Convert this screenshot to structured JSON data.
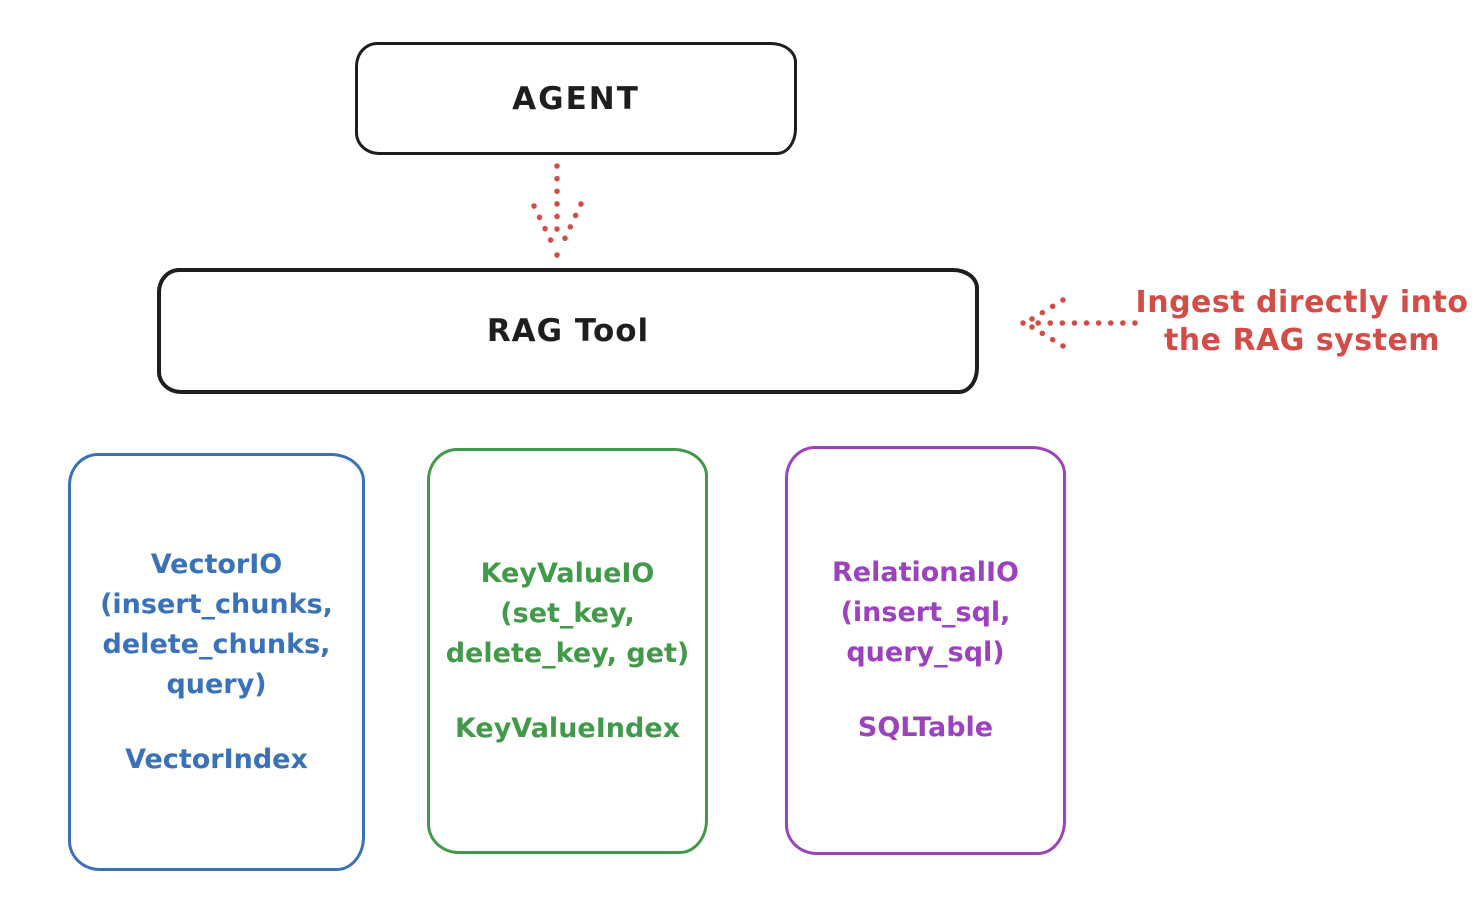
{
  "nodes": {
    "agent": {
      "label": "AGENT"
    },
    "rag_tool": {
      "label": "RAG Tool"
    }
  },
  "annotation": {
    "line1": "Ingest directly into",
    "line2": "the RAG system"
  },
  "stores": [
    {
      "name": "vector-io",
      "lines": [
        "VectorIO",
        "(insert_chunks,",
        "delete_chunks,",
        "query)"
      ],
      "index": "VectorIndex",
      "color": "#3a72b9"
    },
    {
      "name": "keyvalue-io",
      "lines": [
        "KeyValueIO",
        "(set_key,",
        "delete_key, get)"
      ],
      "index": "KeyValueIndex",
      "color": "#42994a"
    },
    {
      "name": "relational-io",
      "lines": [
        "RelationalIO",
        "(insert_sql,",
        "query_sql)"
      ],
      "index": "SQLTable",
      "color": "#9c42bf"
    }
  ],
  "colors": {
    "stroke": "#1e1e1e",
    "arrow_red": "#d44c47"
  }
}
